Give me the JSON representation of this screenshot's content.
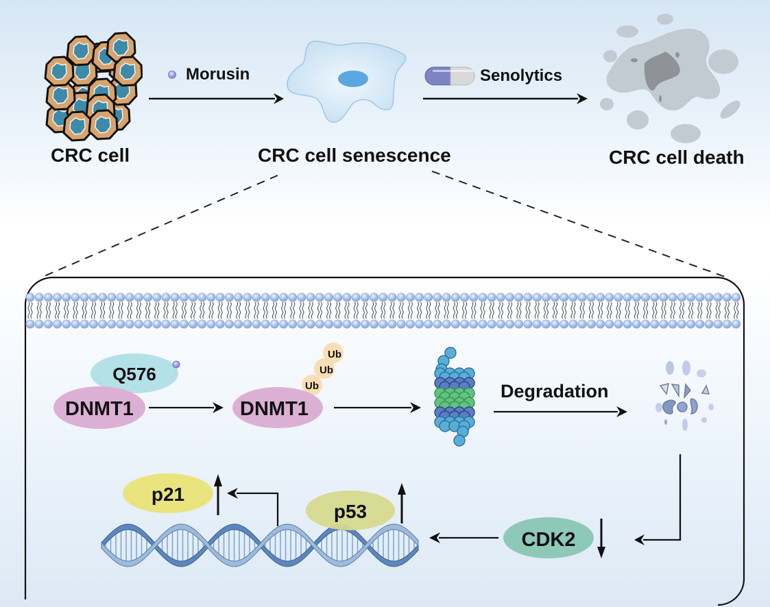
{
  "top_panel": {
    "stages": [
      {
        "label": "CRC cell",
        "icon": "cancer-cell-cluster-icon"
      },
      {
        "label": "CRC cell senescence",
        "icon": "senescent-cell-icon"
      },
      {
        "label": "CRC cell death",
        "icon": "dead-cell-debris-icon"
      }
    ],
    "transitions": [
      {
        "label": "Morusin",
        "icon": "small-molecule-dot-icon"
      },
      {
        "label": "Senolytics",
        "icon": "capsule-pill-icon"
      }
    ]
  },
  "mechanism_panel": {
    "membrane": "lipid-bilayer",
    "nodes": {
      "q576": "Q576",
      "dnmt1_a": "DNMT1",
      "dnmt1_b": "DNMT1",
      "ub": [
        "Ub",
        "Ub",
        "Ub"
      ],
      "degradation": "Degradation",
      "cdk2": "CDK2",
      "p53": "p53",
      "p21": "p21"
    },
    "regulation": {
      "cdk2": "down",
      "p53": "up",
      "p21": "up"
    }
  },
  "colors": {
    "dnmt1": "#dcb0d4",
    "q576": "#b4e0e8",
    "ub": "#f8dfb3",
    "cdk2": "#8ec9b8",
    "p53": "#d6d98e",
    "p21": "#e9e47e",
    "membrane_head": "#9ab7e6",
    "dna_strand": "#7aa3cf"
  }
}
